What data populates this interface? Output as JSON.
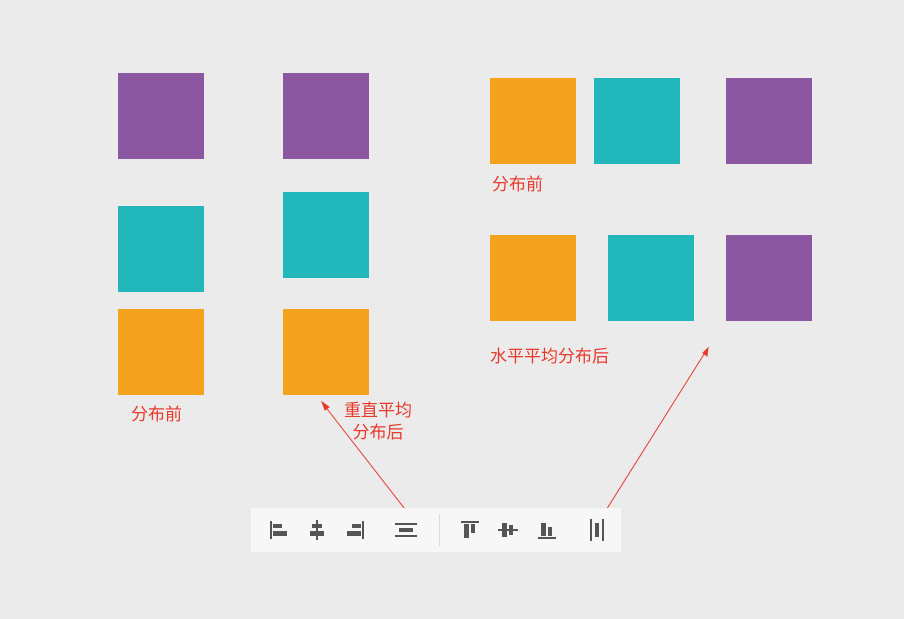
{
  "labels": {
    "left_before": "分布前",
    "left_after_line1": "重直平均",
    "left_after_line2": "分布后",
    "right_before": "分布前",
    "right_after": "水平平均分布后"
  },
  "colors": {
    "purple": "#8a57a0",
    "teal": "#22b8bb",
    "orange": "#f5a31e",
    "annotation_red": "#e8392c",
    "icon_gray": "#555555"
  },
  "toolbar": {
    "buttons": [
      {
        "icon": "align-left-icon"
      },
      {
        "icon": "align-horizontal-center-icon"
      },
      {
        "icon": "align-right-icon"
      },
      {
        "icon": "distribute-vertically-icon"
      },
      {
        "icon": "align-top-icon"
      },
      {
        "icon": "align-vertical-middle-icon"
      },
      {
        "icon": "align-bottom-icon"
      },
      {
        "icon": "distribute-horizontally-icon"
      }
    ]
  }
}
